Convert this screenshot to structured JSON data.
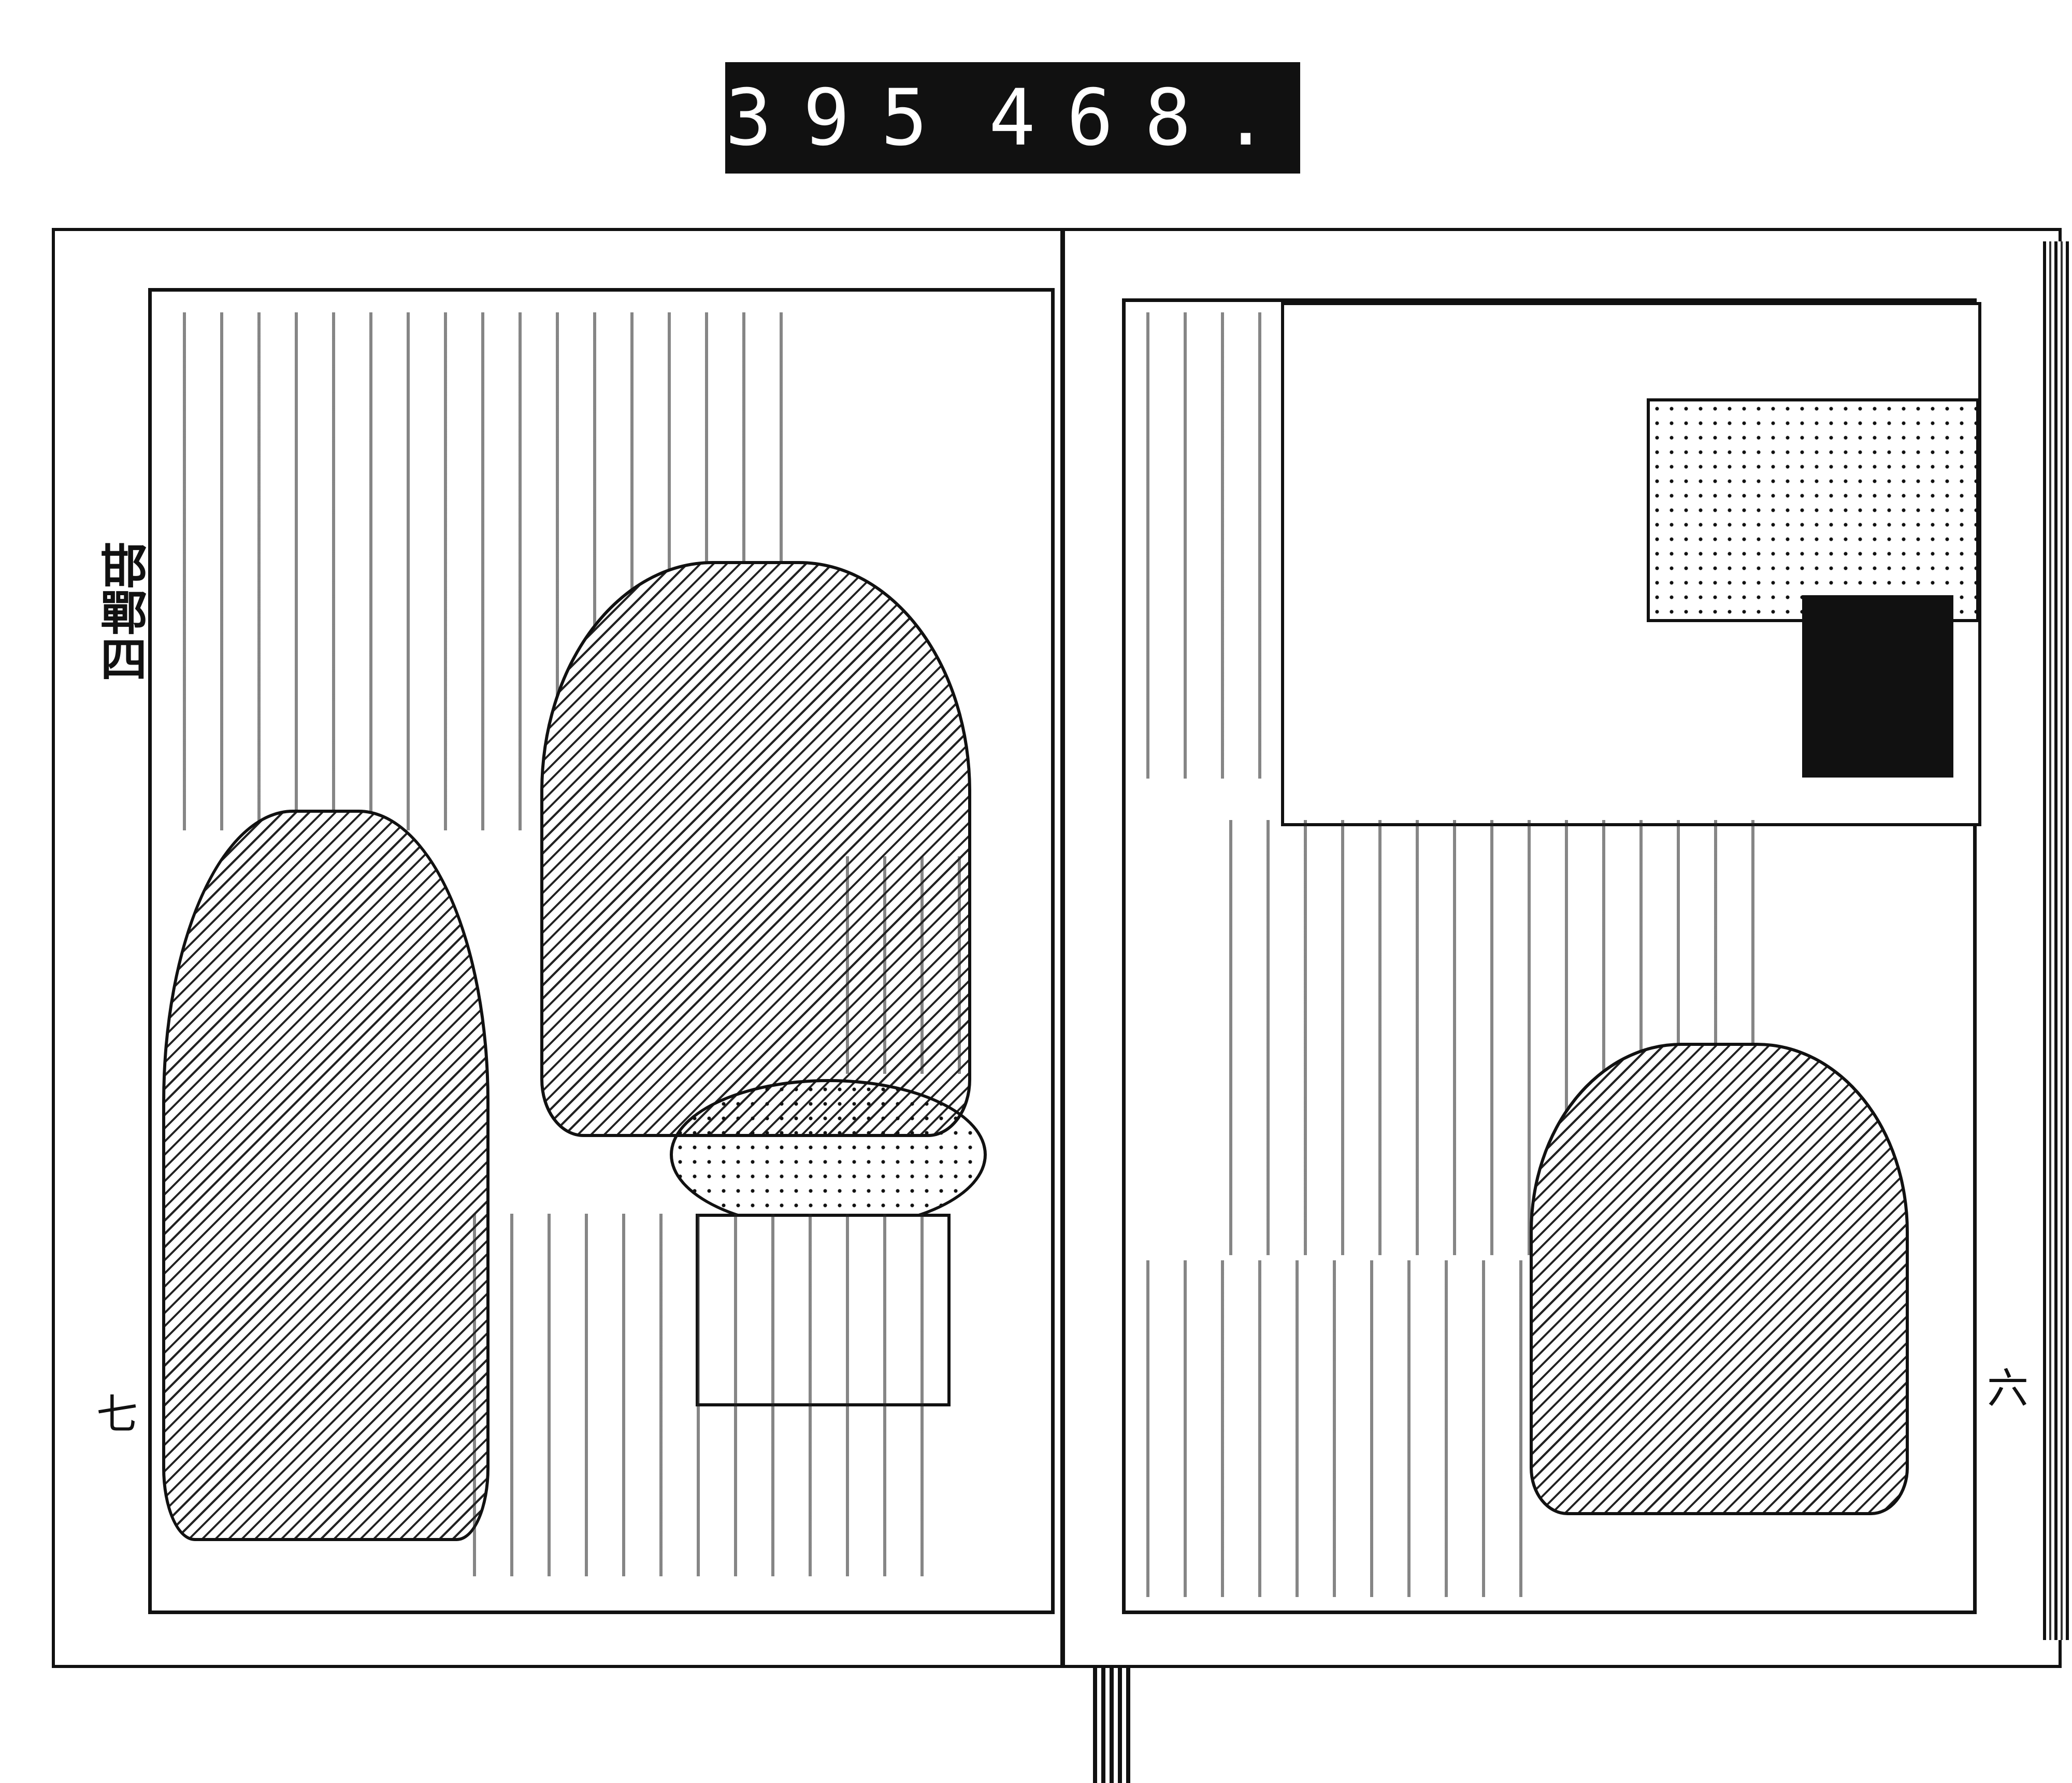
{
  "header_label": {
    "number_left": "395",
    "number_right": "468."
  },
  "left_page": {
    "margin_title": "邯鄲四",
    "folio": "七"
  },
  "right_page": {
    "folio": "六"
  }
}
